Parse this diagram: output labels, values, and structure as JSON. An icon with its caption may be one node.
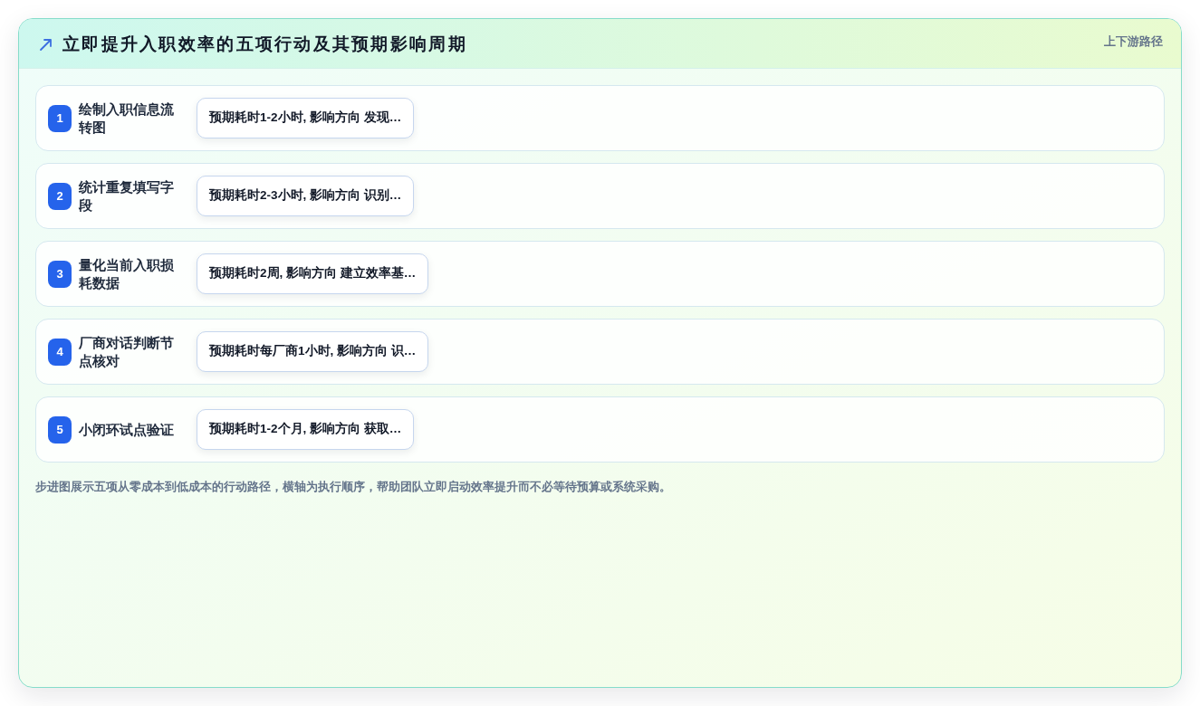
{
  "diagram": {
    "title": "立即提升入职效率的五项行动及其预期影响周期",
    "nodes": [
      {
        "text": [
          "绘制入职信息流转图"
        ]
      },
      {
        "text": [
          "1"
        ],
        "in": 0
      },
      {
        "text": [
          "预期耗时1-2小时, 影响方向 发现…"
        ],
        "in": 0
      },
      {
        "text": [
          "统计重复填写字段"
        ]
      },
      {
        "text": [
          "2"
        ],
        "in": 3
      },
      {
        "text": [
          "预期耗时2-3小时, 影响方向 识别…"
        ],
        "in": 3
      },
      {
        "text": [
          "量化当前入职损耗数据"
        ]
      },
      {
        "text": [
          "3"
        ],
        "in": 6
      },
      {
        "text": [
          "预期耗时2周, 影响方向 建立效率基…"
        ],
        "in": 6
      },
      {
        "text": [
          "厂商对话判断节点核对"
        ]
      },
      {
        "text": [
          "4"
        ],
        "in": 9
      },
      {
        "text": [
          "预期耗时每厂商1小时, 影响方向 识…"
        ],
        "in": 9
      },
      {
        "text": [
          "小闭环试点验证"
        ]
      },
      {
        "text": [
          "5"
        ],
        "in": 12
      },
      {
        "text": [
          "预期耗时1-2个月, 影响方向 获取…"
        ],
        "in": 12
      }
    ],
    "labels": [
      "上下游路径"
    ],
    "caption": "步进图展示五项从零成本到低成本的行动路径，横轴为执行顺序，帮助团队立即启动效率提升而不必等待预算或系统采购。"
  }
}
